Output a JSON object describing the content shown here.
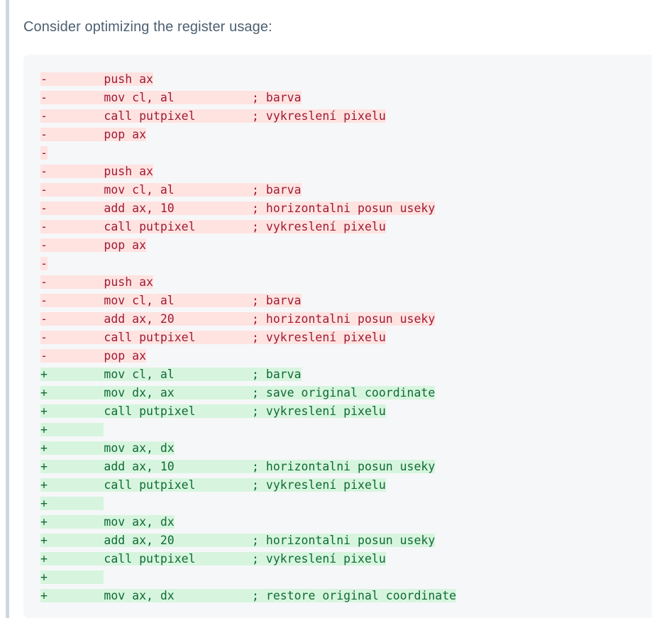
{
  "page": {
    "background_color": "#ffffff",
    "rail_color": "#cdd7e0"
  },
  "intro": {
    "text": "Consider optimizing the register usage:",
    "color": "#4d6071"
  },
  "code_block": {
    "background_color": "#f6f7f9",
    "language": "assembly",
    "diff_colors": {
      "deleted_bg": "#ffe3e1",
      "deleted_fg": "#9e1b32",
      "added_bg": "#d7f5de",
      "added_fg": "#0f6b33"
    },
    "lines": [
      {
        "type": "del",
        "text": "-        push ax"
      },
      {
        "type": "del",
        "text": "-        mov cl, al           ; barva"
      },
      {
        "type": "del",
        "text": "-        call putpixel        ; vykreslení pixelu"
      },
      {
        "type": "del",
        "text": "-        pop ax"
      },
      {
        "type": "del",
        "text": "-"
      },
      {
        "type": "del",
        "text": "-        push ax"
      },
      {
        "type": "del",
        "text": "-        mov cl, al           ; barva"
      },
      {
        "type": "del",
        "text": "-        add ax, 10           ; horizontalni posun useky"
      },
      {
        "type": "del",
        "text": "-        call putpixel        ; vykreslení pixelu"
      },
      {
        "type": "del",
        "text": "-        pop ax"
      },
      {
        "type": "del",
        "text": "-"
      },
      {
        "type": "del",
        "text": "-        push ax"
      },
      {
        "type": "del",
        "text": "-        mov cl, al           ; barva"
      },
      {
        "type": "del",
        "text": "-        add ax, 20           ; horizontalni posun useky"
      },
      {
        "type": "del",
        "text": "-        call putpixel        ; vykreslení pixelu"
      },
      {
        "type": "del",
        "text": "-        pop ax"
      },
      {
        "type": "add",
        "text": "+        mov cl, al           ; barva"
      },
      {
        "type": "add",
        "text": "+        mov dx, ax           ; save original coordinate"
      },
      {
        "type": "add",
        "text": "+        call putpixel        ; vykreslení pixelu"
      },
      {
        "type": "add",
        "text": "+        "
      },
      {
        "type": "add",
        "text": "+        mov ax, dx"
      },
      {
        "type": "add",
        "text": "+        add ax, 10           ; horizontalni posun useky"
      },
      {
        "type": "add",
        "text": "+        call putpixel        ; vykreslení pixelu"
      },
      {
        "type": "add",
        "text": "+        "
      },
      {
        "type": "add",
        "text": "+        mov ax, dx"
      },
      {
        "type": "add",
        "text": "+        add ax, 20           ; horizontalni posun useky"
      },
      {
        "type": "add",
        "text": "+        call putpixel        ; vykreslení pixelu"
      },
      {
        "type": "add",
        "text": "+        "
      },
      {
        "type": "add",
        "text": "+        mov ax, dx           ; restore original coordinate"
      }
    ]
  }
}
